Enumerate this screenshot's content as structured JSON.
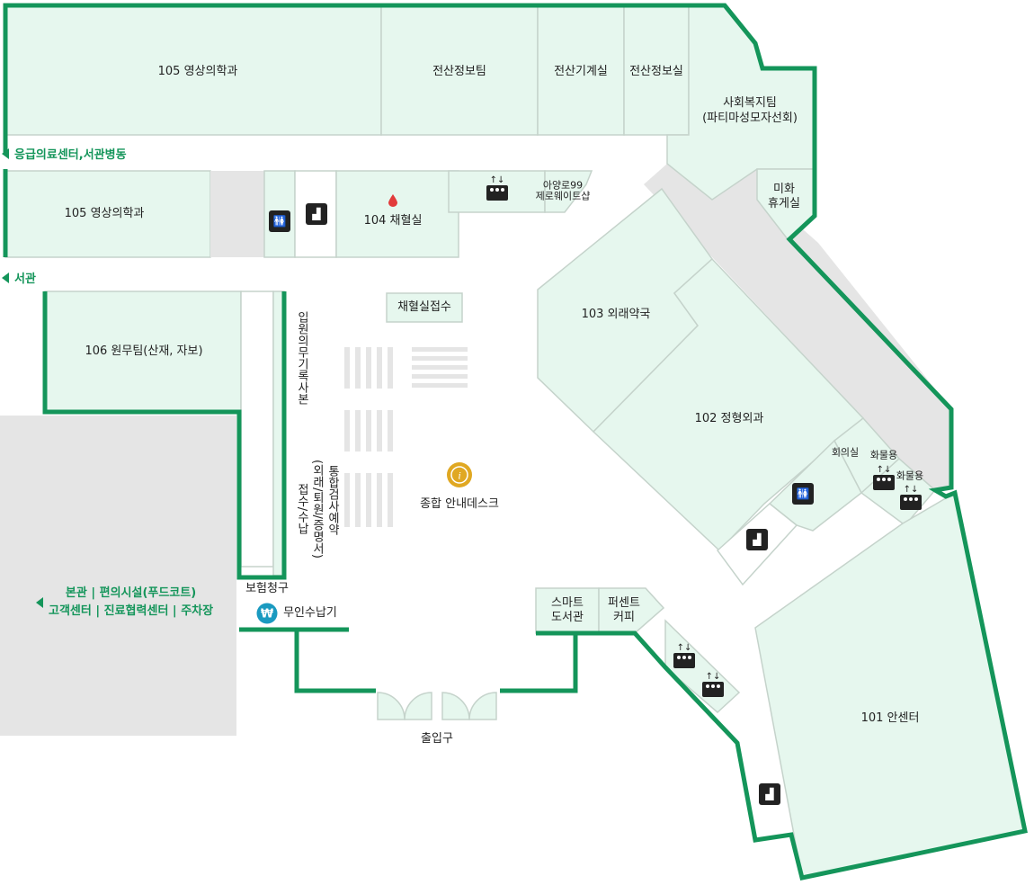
{
  "rooms": {
    "r105_top": "105 영상의학과",
    "it_team": "전산정보팀",
    "machine_room": "전산기계실",
    "info_room": "전산정보실",
    "social_welfare_1": "사회복지팀",
    "social_welfare_2": "(파티마성모자선회)",
    "r105_mid": "105 영상의학과",
    "blood_draw": "104 채혈실",
    "yard_1": "아양로99",
    "yard_2": "제로웨이트샵",
    "lounge_1": "미화",
    "lounge_2": "휴게실",
    "r106": "106 원무팀(산재, 자보)",
    "blood_reception": "채혈실접수",
    "pharmacy": "103 외래약국",
    "ortho": "102 정형외과",
    "meeting": "회의실",
    "freight1": "화물용",
    "freight2": "화물용",
    "info_desk": "종합 안내데스크",
    "inpatient": "입원의무기록사본",
    "reception_v": "접수/수납",
    "reception_v2": "(외래/퇴원/증명서)",
    "reception_v3": "통합검사예약",
    "insurance": "보험청구",
    "kiosk": "무인수납기",
    "smart_lib_1": "스마트",
    "smart_lib_2": "도서관",
    "coffee_1": "퍼센트",
    "coffee_2": "커피",
    "entrance": "출입구",
    "an_center": "101 안센터"
  },
  "nav": {
    "emergency": "응급의료센터,서관병동",
    "west": "서관",
    "main_1": "본관 | 편의시설(푸드코트)",
    "main_2": "고객센터 | 진료협력센터 | 주차장"
  },
  "icons": {
    "restroom": "restroom-icon",
    "stairs": "stairs-icon",
    "elevator": "elevator-icon",
    "blood": "blood-drop-icon",
    "info": "info-icon",
    "won": "won-icon"
  },
  "colors": {
    "wall": "#14955a",
    "room": "#e6f7ee",
    "corridor": "#e5e5e5",
    "info_icon": "#e0a822",
    "kiosk_icon": "#1a9ac0"
  }
}
